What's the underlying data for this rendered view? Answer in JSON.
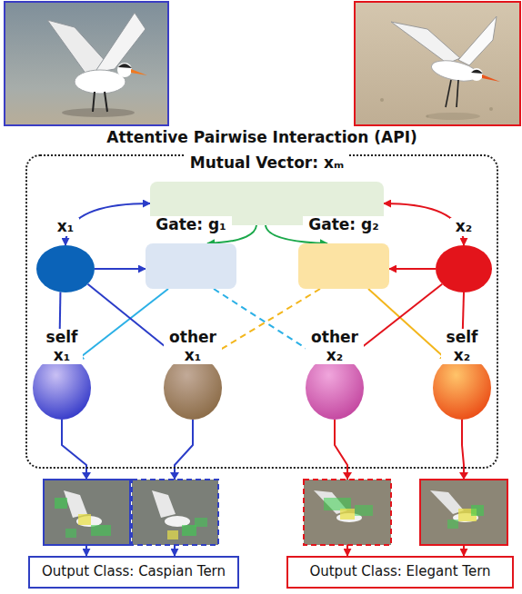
{
  "diagram": {
    "nodes": [
      {
        "text": [
          "Attentive Pairwise Interaction (API)"
        ]
      },
      {
        "text": [
          "Mutual Vector: xₘ"
        ],
        "in": 0
      },
      {
        "text": [
          "x₁"
        ],
        "in": 0
      },
      {
        "text": [
          "Gate: g₁"
        ],
        "in": 0
      },
      {
        "text": [
          "Gate: g₂"
        ],
        "in": 0
      },
      {
        "text": [
          "x₂"
        ],
        "in": 0
      },
      {
        "text": [
          "self x₁"
        ],
        "in": 0
      },
      {
        "text": [
          "other x₁"
        ],
        "in": 0
      },
      {
        "text": [
          "other x₂"
        ],
        "in": 0
      },
      {
        "text": [
          "self x₂"
        ],
        "in": 0
      },
      {
        "text": [
          "Output Class: Caspian Tern"
        ]
      },
      {
        "text": [
          "Output Class: Elegant Tern"
        ]
      }
    ],
    "edges": [
      {
        "from": 2,
        "to": 1,
        "arrow": "both"
      },
      {
        "from": 5,
        "to": 1,
        "arrow": "both"
      },
      {
        "from": 1,
        "to": 3,
        "arrow": "to"
      },
      {
        "from": 1,
        "to": 4,
        "arrow": "to"
      },
      {
        "from": 2,
        "to": 3,
        "arrow": "to"
      },
      {
        "from": 5,
        "to": 4,
        "arrow": "to"
      },
      {
        "from": 3,
        "to": 6,
        "arrow": "to"
      },
      {
        "from": 3,
        "to": 8,
        "arrow": "to"
      },
      {
        "from": 4,
        "to": 7,
        "arrow": "to"
      },
      {
        "from": 4,
        "to": 9,
        "arrow": "to"
      },
      {
        "from": 2,
        "to": 6,
        "arrow": "to"
      },
      {
        "from": 2,
        "to": 7,
        "arrow": "to"
      },
      {
        "from": 5,
        "to": 8,
        "arrow": "to"
      },
      {
        "from": 5,
        "to": 9,
        "arrow": "to"
      },
      {
        "from": 6,
        "to": 10,
        "arrow": "to"
      },
      {
        "from": 7,
        "to": 10,
        "arrow": "to"
      },
      {
        "from": 8,
        "to": 11,
        "arrow": "to"
      },
      {
        "from": 9,
        "to": 11,
        "arrow": "to"
      }
    ]
  }
}
